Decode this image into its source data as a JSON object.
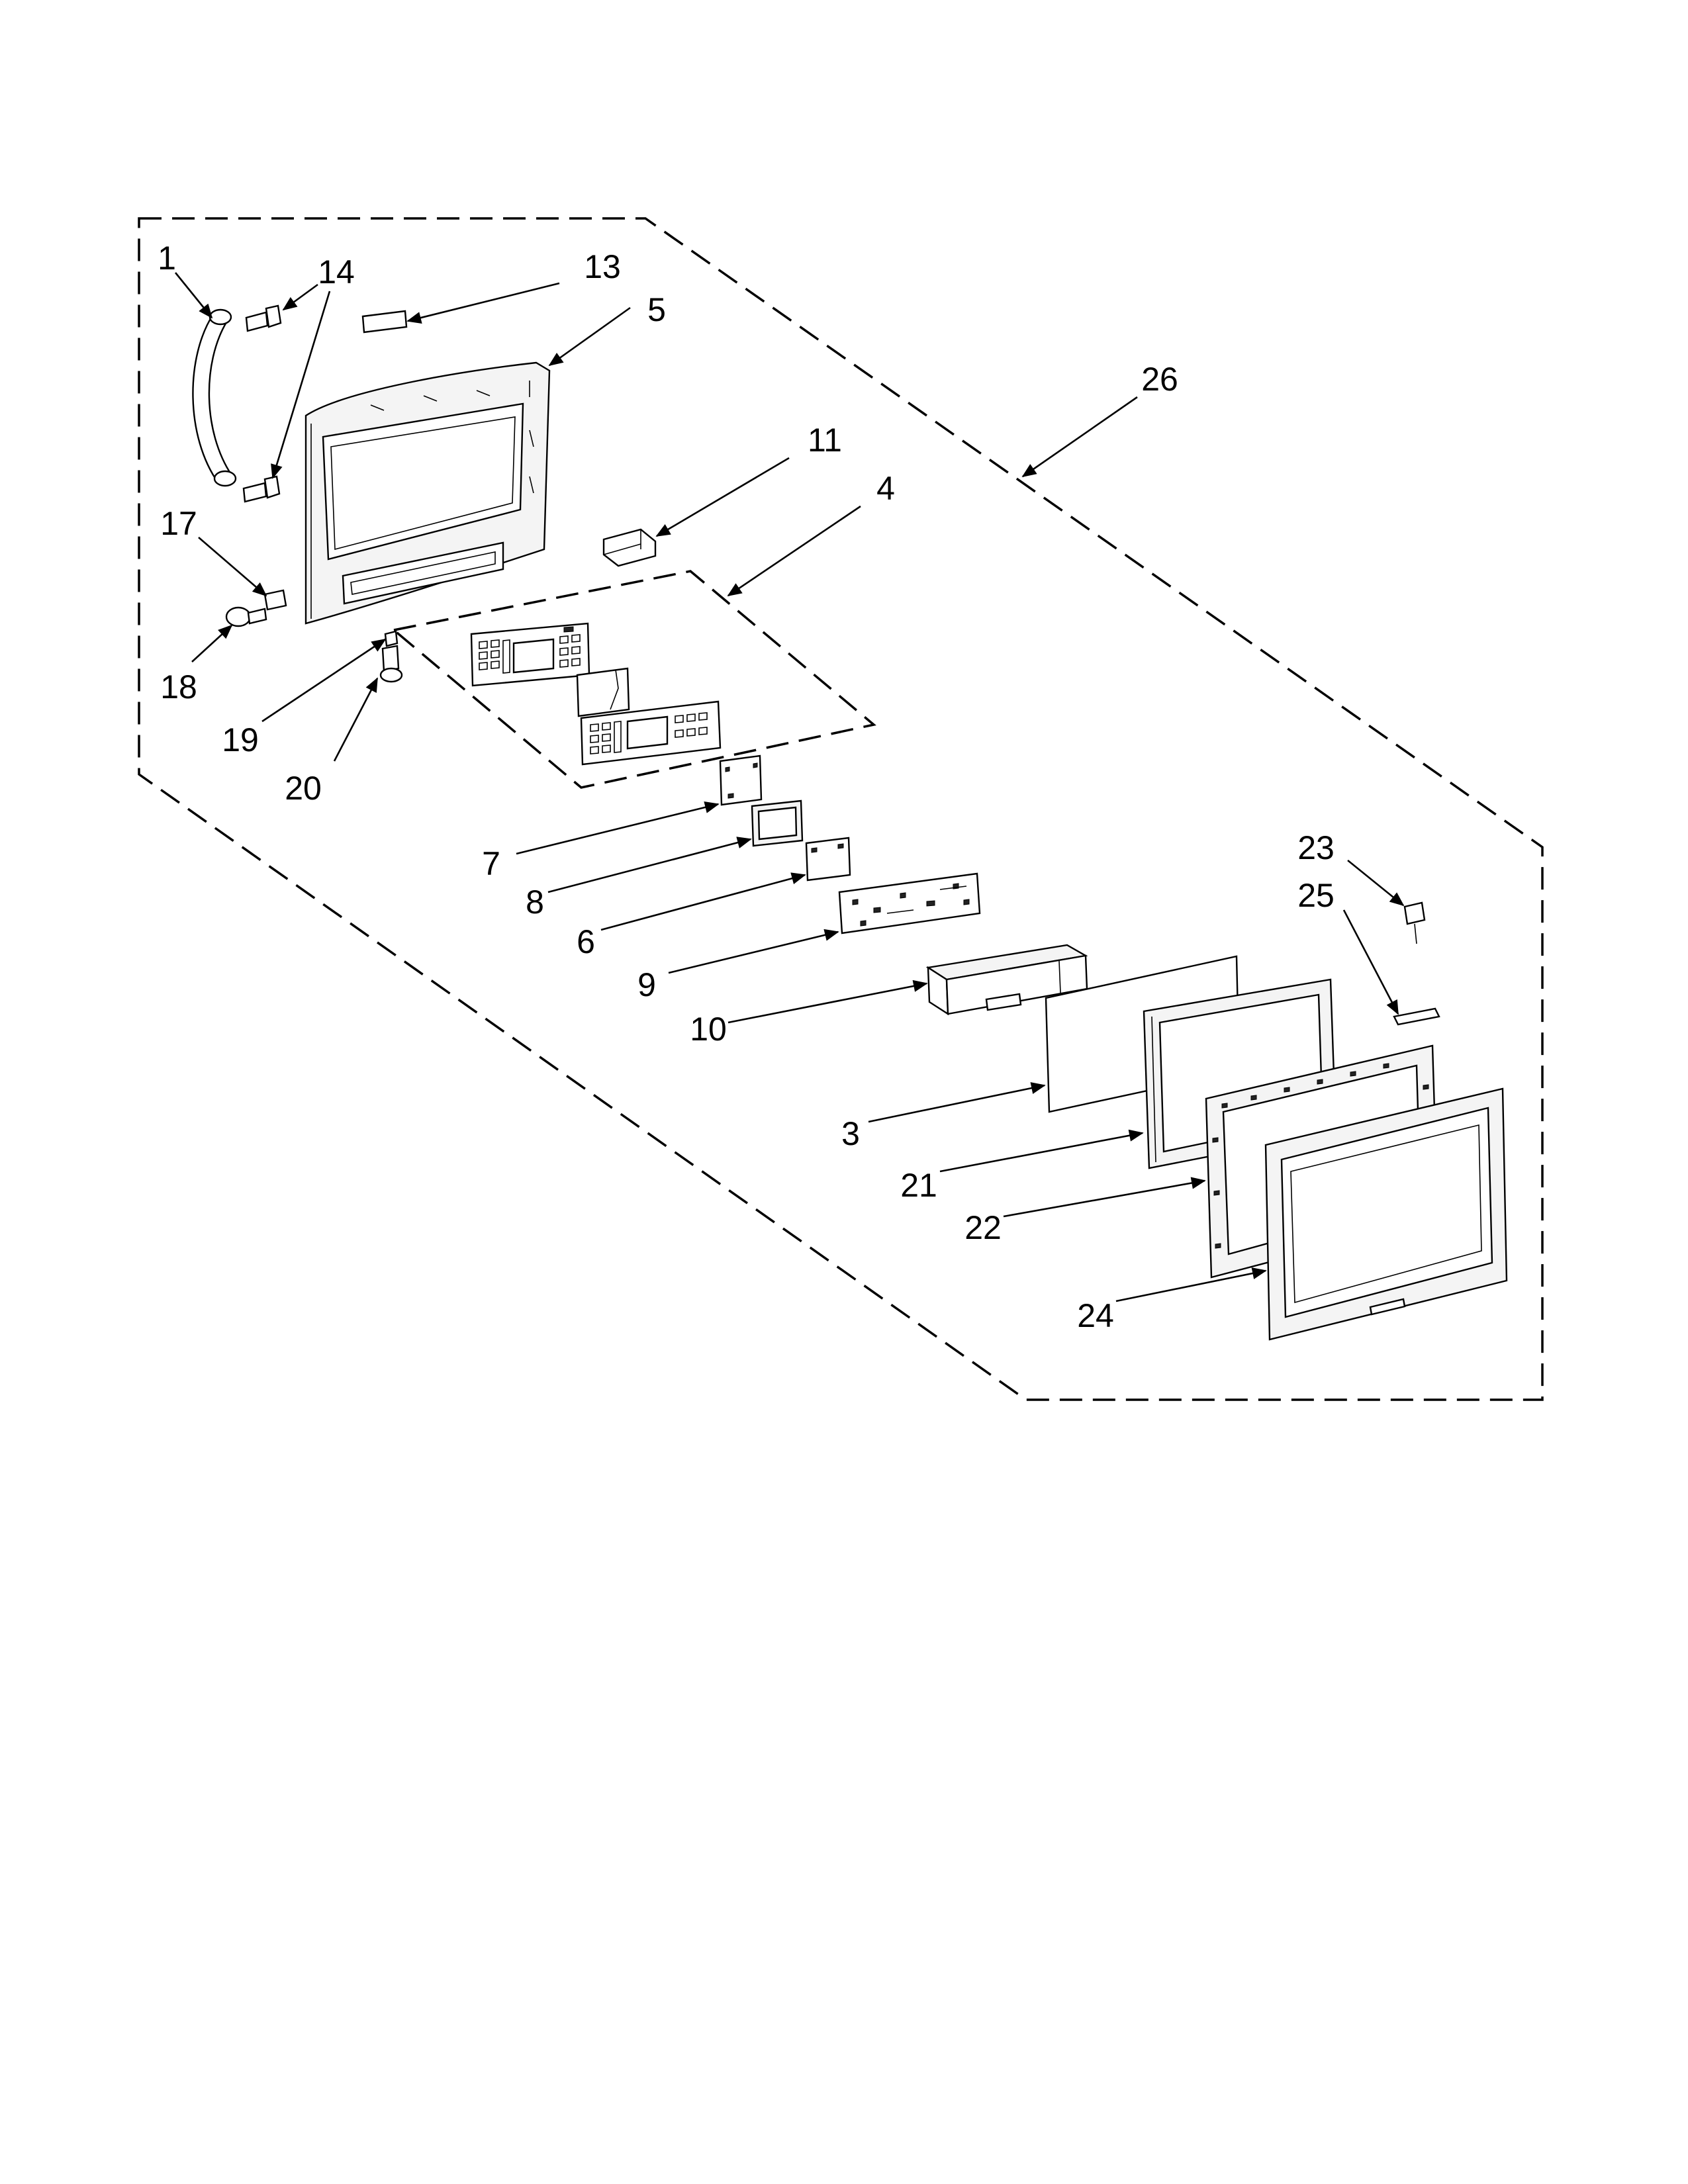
{
  "diagram": {
    "labels": {
      "l1": "1",
      "l3": "3",
      "l4": "4",
      "l5": "5",
      "l6": "6",
      "l7": "7",
      "l8": "8",
      "l9": "9",
      "l10": "10",
      "l11": "11",
      "l13": "13",
      "l14": "14",
      "l17": "17",
      "l18": "18",
      "l19": "19",
      "l20": "20",
      "l21": "21",
      "l22": "22",
      "l23": "23",
      "l24": "24",
      "l25": "25",
      "l26": "26"
    }
  }
}
